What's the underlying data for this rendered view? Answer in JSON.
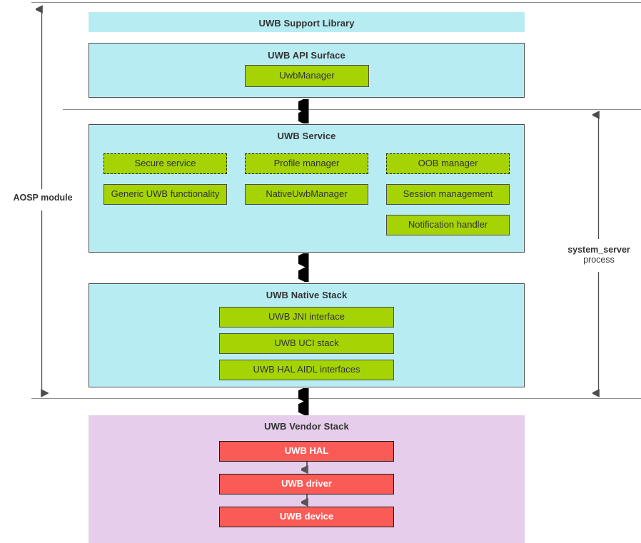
{
  "diagram": {
    "title_support": "UWB Support Library",
    "title_api": "UWB API Surface",
    "title_service": "UWB Service",
    "title_native": "UWB Native Stack",
    "title_vendor": "UWB Vendor Stack"
  },
  "api_surface": {
    "boxes": [
      {
        "label": "UwbManager",
        "style": "solid"
      }
    ]
  },
  "service": {
    "boxes": [
      {
        "label": "Secure service",
        "style": "dashed"
      },
      {
        "label": "Profile manager",
        "style": "dashed"
      },
      {
        "label": "OOB manager",
        "style": "dashed"
      },
      {
        "label": "Generic UWB functionality",
        "style": "solid"
      },
      {
        "label": "NativeUwbManager",
        "style": "solid"
      },
      {
        "label": "Session management",
        "style": "solid"
      },
      {
        "label": "Notification handler",
        "style": "solid"
      }
    ]
  },
  "native_stack": {
    "boxes": [
      {
        "label": "UWB JNI interface",
        "style": "solid"
      },
      {
        "label": "UWB UCI stack",
        "style": "solid"
      },
      {
        "label": "UWB HAL AIDL interfaces",
        "style": "solid"
      }
    ]
  },
  "vendor_stack": {
    "boxes": [
      {
        "label": "UWB HAL",
        "style": "solid"
      },
      {
        "label": "UWB driver",
        "style": "solid"
      },
      {
        "label": "UWB device",
        "style": "solid"
      }
    ]
  },
  "side_labels": {
    "aosp": "AOSP module",
    "system_server_strong": "system_server",
    "system_server_rest": "process"
  },
  "colors": {
    "panel_cyan": "#b8ecf3",
    "panel_violet": "#e6cdeb",
    "box_green": "#a5d304",
    "box_red": "#fb5b56",
    "border_dark": "#4d4d4d",
    "rule_gray": "#8f8f8f",
    "text_dark": "#333333",
    "text_light": "#ffffff"
  }
}
